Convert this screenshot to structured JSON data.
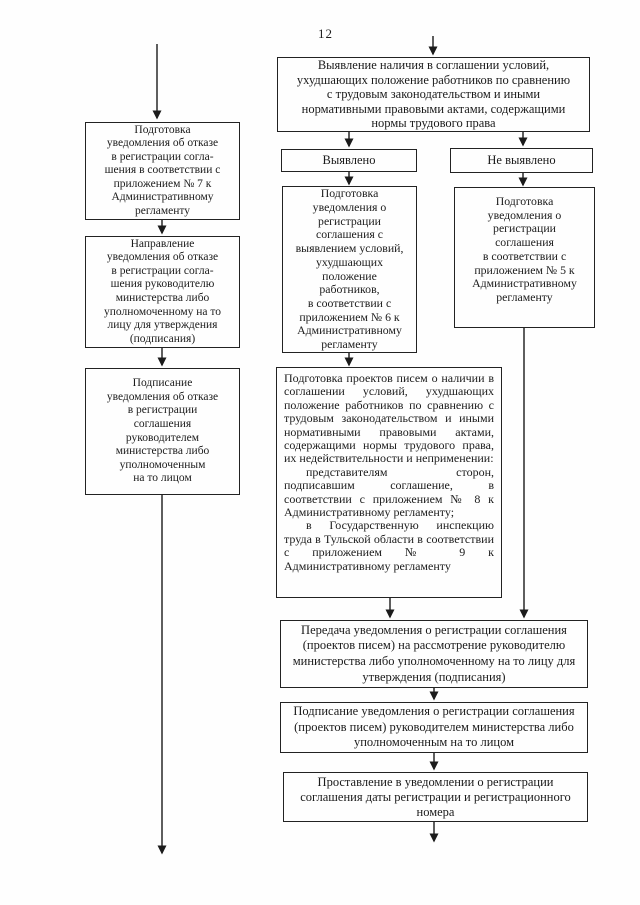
{
  "page": {
    "number": "12"
  },
  "colors": {
    "ink": "#1b1b1b",
    "border": "#222222",
    "background": "#fefefe"
  },
  "flowchart": {
    "detect": {
      "text": "Выявление наличия в соглашении условий,\nухудшающих положение работников по сравнению\nс трудовым законодательством и иными\nнормативными правовыми актами, содержащими\nнормы трудового права"
    },
    "found": {
      "text": "Выявлено"
    },
    "not_found": {
      "text": "Не выявлено"
    },
    "prep_notice_app6": {
      "text": "Подготовка\nуведомления о\nрегистрации\nсоглашения с\nвыявлением условий,\nухудшающих\nположение\nработников,\nв соответствии с\nприложением № 6 к\nАдминистративному\nрегламенту"
    },
    "prep_notice_app5": {
      "text": "Подготовка\nуведомления о\nрегистрации\nсоглашения\nв соответствии с\nприложением № 5 к\nАдминистративному\nрегламенту"
    },
    "refuse_prep": {
      "text": "Подготовка\nуведомления об отказе\nв регистрации согла-\nшения в соответствии с\nприложением № 7 к\nАдминистративному\nрегламенту"
    },
    "refuse_send": {
      "text": "Направление\nуведомления об отказе\nв регистрации согла-\nшения руководителю\nминистерства либо\nуполномоченному на то\nлицу для утверждения\n(подписания)"
    },
    "refuse_sign": {
      "text": "Подписание\nуведомления об отказе\nв регистрации\nсоглашения\nруководителем\nминистерства либо\nуполномоченным\nна то лицом"
    },
    "letters": {
      "p1": "Подготовка проектов писем о наличии в соглашении условий, ухудшающих положение работников по сравнению с трудовым законодательством и иными нормативными правовыми актами, содержащими нормы трудового права, их недействительности и неприменении:",
      "p2": "представителям сторон, подписавшим соглашение, в соответствии с приложением № 8 к Административному регламенту;",
      "p3": "в Государственную инспекцию труда в Тульской области в соответствии с приложением № 9 к Административному регламенту"
    },
    "transfer": {
      "text": "Передача уведомления о регистрации соглашения\n(проектов писем) на рассмотрение руководителю\nминистерства либо уполномоченному на то лицу для\nутверждения (подписания)"
    },
    "sign": {
      "text": "Подписание уведомления о регистрации соглашения\n(проектов писем) руководителем министерства либо\nуполномоченным на то лицом"
    },
    "stamp": {
      "text": "Проставление в уведомлении о регистрации\nсоглашения даты регистрации и регистрационного\nномера"
    }
  }
}
